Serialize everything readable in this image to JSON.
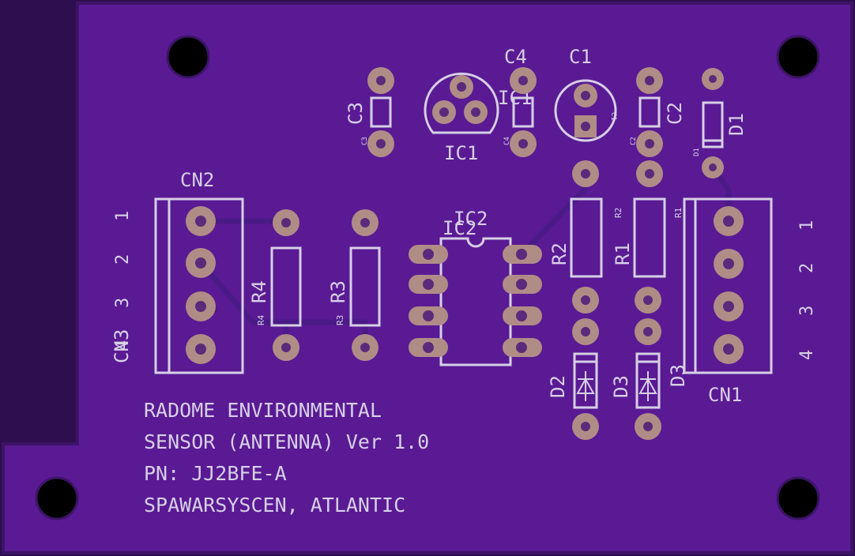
{
  "colors": {
    "background": "#2e0e4e",
    "board": "#5a1a94",
    "edge": "#3c1466",
    "silkscreen": "#d6d0e6",
    "pad": "#b08c86",
    "trace": "#4a1a86"
  },
  "components": {
    "c1": "C1",
    "c1_small": "C1",
    "c2": "C2",
    "c2_small": "C2",
    "c3": "C3",
    "c3_small": "C3",
    "c4": "C4",
    "c4_small": "C4",
    "ic1": "IC1",
    "ic1_b": "IC1",
    "ic2": "IC2",
    "ic2_b": "IC2",
    "d1": "D1",
    "d1_small": "D1",
    "d2": "D2",
    "d3": "D3",
    "r1": "R1",
    "r1_small": "R1",
    "r2": "R2",
    "r2_small": "R2",
    "r3": "R3",
    "r3_small": "R3",
    "r4": "R4",
    "r4_small": "R4",
    "cn1": "CN1",
    "cn2": "CN2",
    "cn3": "CN3",
    "d3_overlap": "D3"
  },
  "pins": {
    "cn2": [
      "1",
      "2",
      "3",
      "4"
    ],
    "cn1": [
      "1",
      "2",
      "3",
      "4"
    ]
  },
  "text_block": {
    "line1": "RADOME ENVIRONMENTAL",
    "line2": "SENSOR (ANTENNA) Ver 1.0",
    "line3": "PN: JJ2BFE-A",
    "line4": "SPAWARSYSCEN, ATLANTIC"
  }
}
